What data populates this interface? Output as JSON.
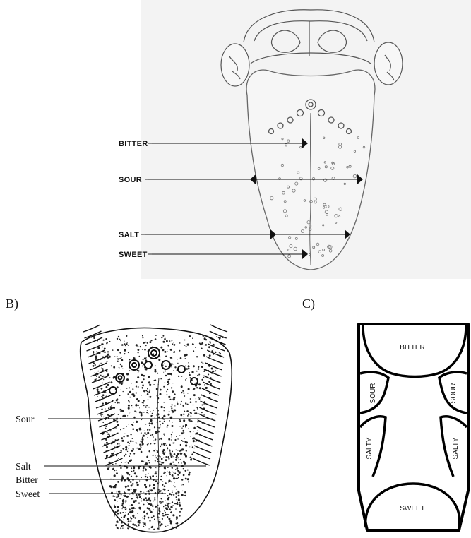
{
  "panel_a": {
    "labels": {
      "bitter": "BITTER",
      "sour": "SOUR",
      "salt": "SALT",
      "sweet": "SWEET"
    }
  },
  "panel_b": {
    "letter": "B)",
    "labels": {
      "sour": "Sour",
      "salt": "Salt",
      "bitter": "Bitter",
      "sweet": "Sweet"
    }
  },
  "panel_c": {
    "letter": "C)",
    "labels": {
      "bitter": "BITTER",
      "sour_left": "SOUR",
      "sour_right": "SOUR",
      "salty_left": "SALTY",
      "salty_right": "SALTY",
      "sweet": "SWEET"
    }
  },
  "colors": {
    "line": "#111111",
    "panel_a_bg": "#f3f3f3"
  }
}
